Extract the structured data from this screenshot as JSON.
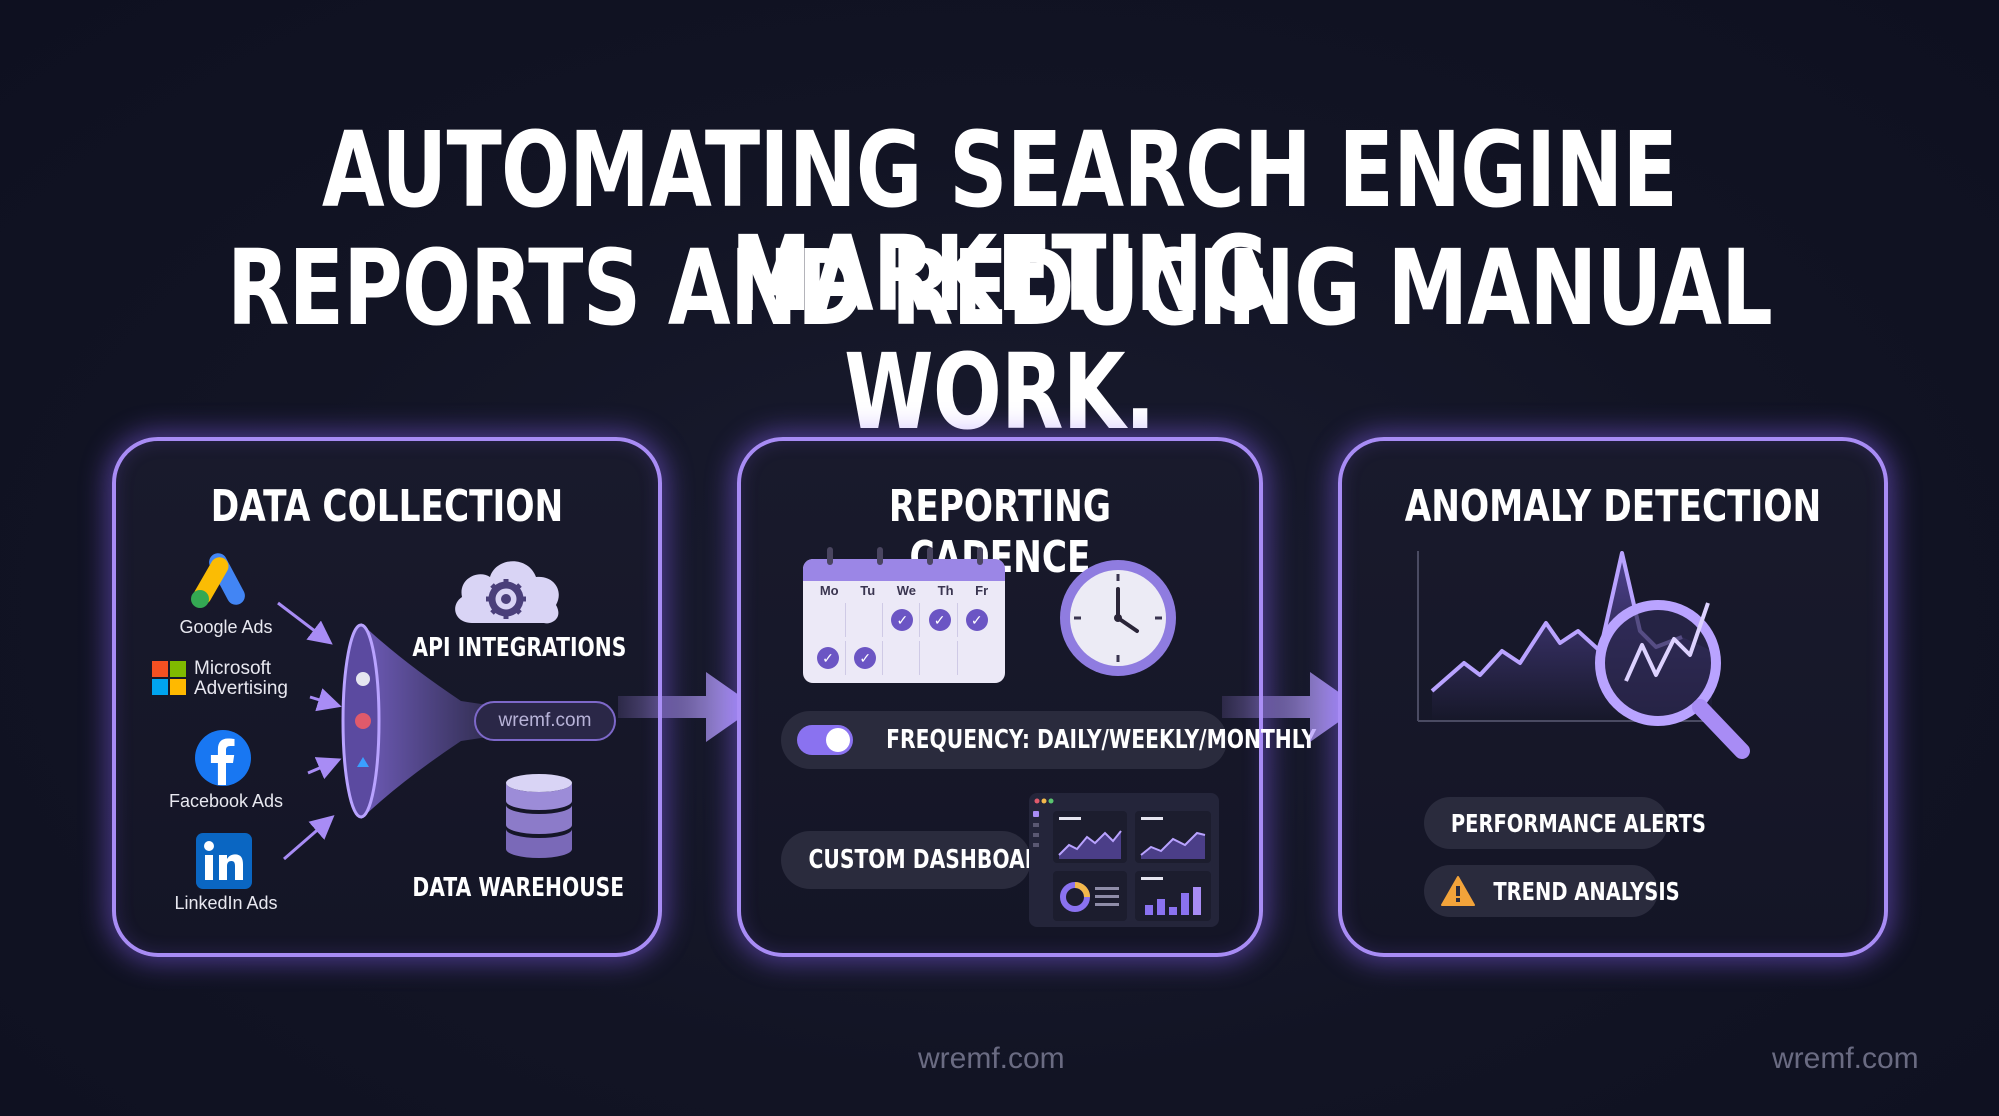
{
  "title": {
    "line1": "AUTOMATING SEARCH ENGINE MARKETING",
    "line2": "REPORTS AND REDUCING MANUAL WORK."
  },
  "panels": {
    "data_collection": {
      "title": "DATA COLLECTION",
      "sources": [
        "Google Ads",
        "Microsoft\nAdvertising",
        "Facebook Ads",
        "LinkedIn Ads"
      ],
      "microsoft_line1": "Microsoft",
      "microsoft_line2": "Advertising",
      "api_label": "API INTEGRATIONS",
      "url_pill": "wremf.com",
      "warehouse_label": "DATA WAREHOUSE"
    },
    "reporting_cadence": {
      "title": "REPORTING CADENCE",
      "days": [
        "Mo",
        "Tu",
        "We",
        "Th",
        "Fr"
      ],
      "frequency_label": "FREQUENCY: DAILY/WEEKLY/MONTHLY",
      "dashboards_label": "CUSTOM DASHBOARDS"
    },
    "anomaly_detection": {
      "title": "ANOMALY DETECTION",
      "alerts_label": "PERFORMANCE ALERTS",
      "trend_label": "TREND ANALYSIS"
    }
  },
  "watermarks": [
    "wremf.com",
    "wremf.com"
  ],
  "colors": {
    "accent": "#a88cf5",
    "background": "#121424",
    "pill": "#2a2b3d"
  }
}
